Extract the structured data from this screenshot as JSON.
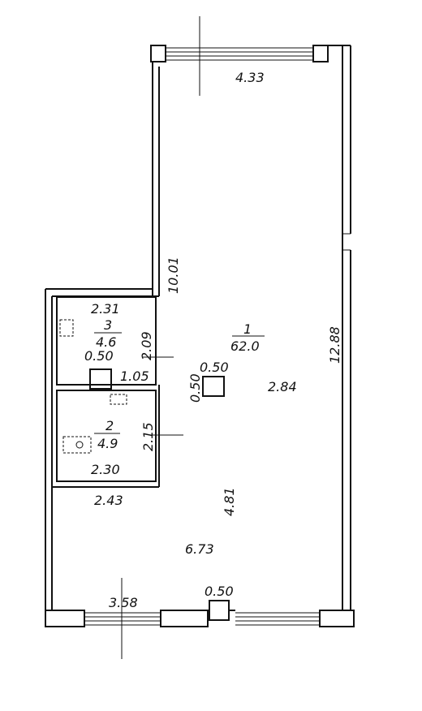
{
  "rooms": [
    {
      "number": "1",
      "area": "62.0"
    },
    {
      "number": "2",
      "area": "4.9"
    },
    {
      "number": "3",
      "area": "4.6"
    }
  ],
  "dimensions": {
    "top_window_width": "4.33",
    "right_wall_length": "12.88",
    "left_wall_length": "10.01",
    "room3_width": "2.31",
    "room3_height": "2.09",
    "room3_door": "1.05",
    "column_left": "0.50",
    "column_center_width": "0.50",
    "column_center_height": "0.50",
    "main_depth": "2.84",
    "room2_height": "2.15",
    "room2_width": "2.30",
    "bottom_left_width": "2.43",
    "main_lower_height": "4.81",
    "main_width": "6.73",
    "bottom_window_width": "3.58",
    "column_bottom": "0.50"
  }
}
